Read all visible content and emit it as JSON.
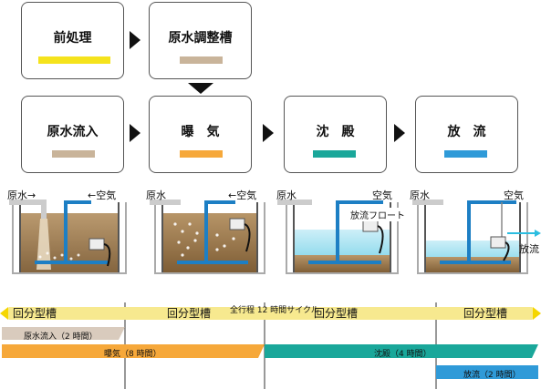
{
  "row1": [
    {
      "label": "前処理",
      "color": "#f5e31c"
    },
    {
      "label": "原水調整槽",
      "color": "#c9b49a"
    }
  ],
  "row2": [
    {
      "label": "原水流入",
      "color": "#c9b49a"
    },
    {
      "label": "曝　気",
      "color": "#f6a83a"
    },
    {
      "label": "沈　殿",
      "color": "#1aa79a"
    },
    {
      "label": "放　流",
      "color": "#2f9ad8"
    }
  ],
  "tanks": [
    {
      "left_label": "原水→",
      "right_label": "←空気"
    },
    {
      "left_label": "原水",
      "right_label": "←空気"
    },
    {
      "left_label": "原水",
      "right_label": "空気",
      "float_label": "放流フロート"
    },
    {
      "left_label": "原水",
      "right_label": "空気",
      "out_label": "放流"
    }
  ],
  "timeline": {
    "cycle_labels": [
      "回分型槽",
      "回分型槽",
      "回分型槽",
      "回分型槽"
    ],
    "total_label": "全行程 12 時間サイクル",
    "bars": [
      {
        "label": "原水流入（2 時間）",
        "color": "#c9b49a"
      },
      {
        "label": "曝気（8 時間）",
        "color": "#f6a83a"
      },
      {
        "label": "沈殿（4 時間）",
        "color": "#1aa79a"
      },
      {
        "label": "放流（2 時間）",
        "color": "#2f9ad8"
      }
    ]
  }
}
